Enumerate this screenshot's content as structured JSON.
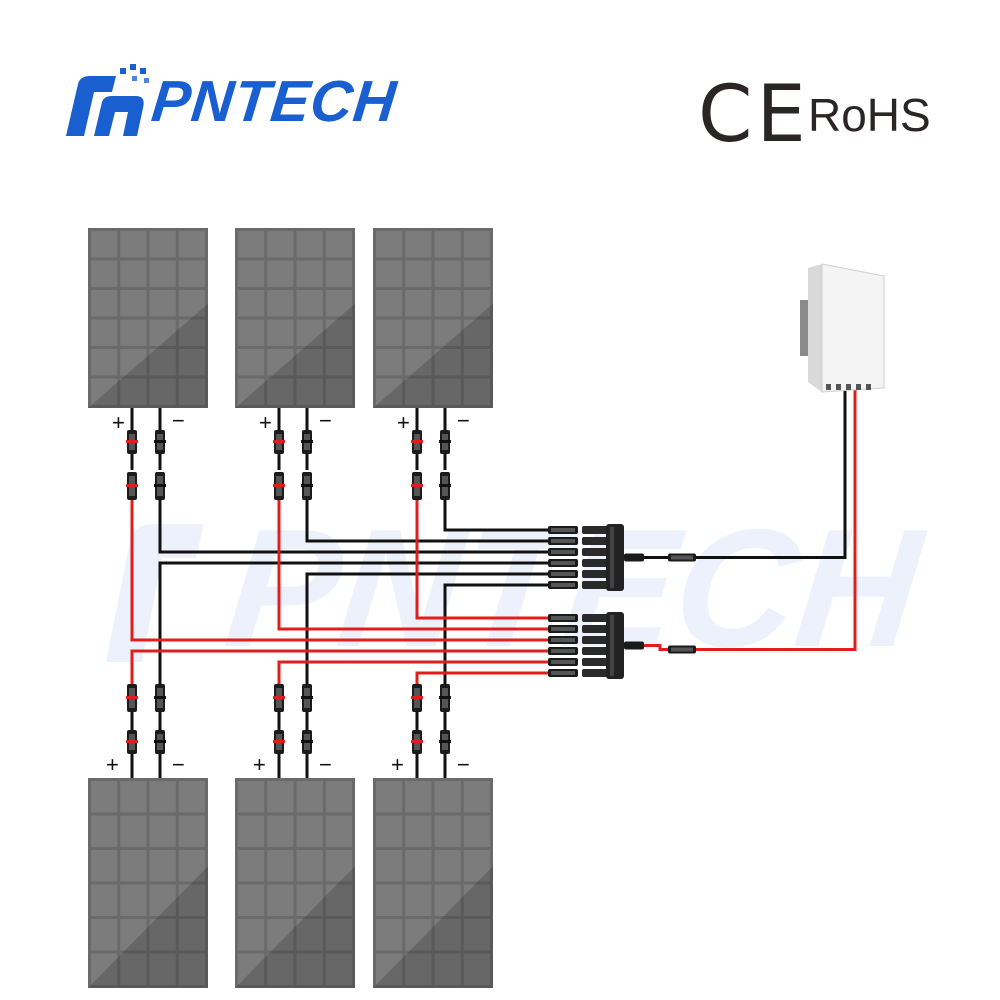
{
  "brand": {
    "name": "PNTECH",
    "logo_icon": "pntech-logo-icon",
    "color": "#1a5fd0"
  },
  "certifications": {
    "ce": "CE",
    "rohs": "RoHS",
    "color": "#2a2626"
  },
  "watermark": {
    "text": "PNTECH"
  },
  "panels": {
    "top_row": [
      {
        "plus": "+",
        "minus": "−"
      },
      {
        "plus": "+",
        "minus": "−"
      },
      {
        "plus": "+",
        "minus": "−"
      }
    ],
    "bottom_row": [
      {
        "plus": "+",
        "minus": "−"
      },
      {
        "plus": "+",
        "minus": "−"
      },
      {
        "plus": "+",
        "minus": "−"
      }
    ]
  },
  "branch_connectors": {
    "negative_inputs": 6,
    "positive_inputs": 6
  },
  "wire_colors": {
    "positive": "#e01e1e",
    "negative": "#111111"
  },
  "icons": {
    "inverter": "inverter-icon",
    "solar_panel": "solar-panel-icon",
    "mc4_connector": "mc4-connector-icon",
    "branch_connector": "branch-connector-icon"
  }
}
